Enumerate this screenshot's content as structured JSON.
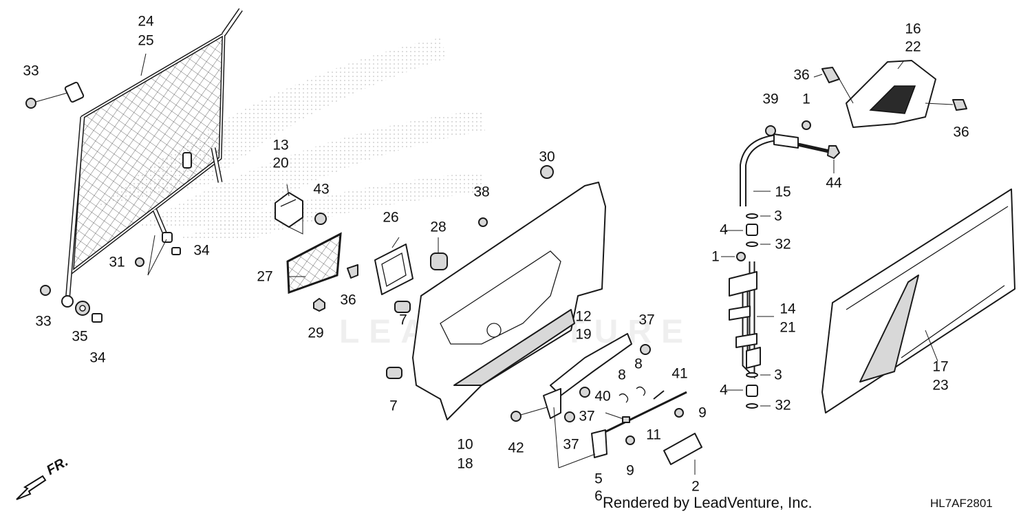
{
  "diagram": {
    "credit": "Rendered by LeadVenture, Inc.",
    "diagram_code": "HL7AF2801",
    "front_label": "FR.",
    "watermark_text": "LEADVENTURE",
    "callouts": [
      {
        "id": "c24",
        "text": "24"
      },
      {
        "id": "c25",
        "text": "25"
      },
      {
        "id": "c33a",
        "text": "33"
      },
      {
        "id": "c33b",
        "text": "33"
      },
      {
        "id": "c31",
        "text": "31"
      },
      {
        "id": "c34a",
        "text": "34"
      },
      {
        "id": "c34b",
        "text": "34"
      },
      {
        "id": "c35",
        "text": "35"
      },
      {
        "id": "c13",
        "text": "13"
      },
      {
        "id": "c20",
        "text": "20"
      },
      {
        "id": "c43",
        "text": "43"
      },
      {
        "id": "c27",
        "text": "27"
      },
      {
        "id": "c36a",
        "text": "36"
      },
      {
        "id": "c29",
        "text": "29"
      },
      {
        "id": "c26",
        "text": "26"
      },
      {
        "id": "c28",
        "text": "28"
      },
      {
        "id": "c38",
        "text": "38"
      },
      {
        "id": "c30",
        "text": "30"
      },
      {
        "id": "c7a",
        "text": "7"
      },
      {
        "id": "c7b",
        "text": "7"
      },
      {
        "id": "c10",
        "text": "10"
      },
      {
        "id": "c18",
        "text": "18"
      },
      {
        "id": "c12",
        "text": "12"
      },
      {
        "id": "c19",
        "text": "19"
      },
      {
        "id": "c37a",
        "text": "37"
      },
      {
        "id": "c37b",
        "text": "37"
      },
      {
        "id": "c37c",
        "text": "37"
      },
      {
        "id": "c8a",
        "text": "8"
      },
      {
        "id": "c8b",
        "text": "8"
      },
      {
        "id": "c40",
        "text": "40"
      },
      {
        "id": "c41",
        "text": "41"
      },
      {
        "id": "c9a",
        "text": "9"
      },
      {
        "id": "c9b",
        "text": "9"
      },
      {
        "id": "c11",
        "text": "11"
      },
      {
        "id": "c42",
        "text": "42"
      },
      {
        "id": "c5",
        "text": "5"
      },
      {
        "id": "c6",
        "text": "6"
      },
      {
        "id": "c2",
        "text": "2"
      },
      {
        "id": "c16",
        "text": "16"
      },
      {
        "id": "c22",
        "text": "22"
      },
      {
        "id": "c36b",
        "text": "36"
      },
      {
        "id": "c36c",
        "text": "36"
      },
      {
        "id": "c39",
        "text": "39"
      },
      {
        "id": "c1a",
        "text": "1"
      },
      {
        "id": "c44",
        "text": "44"
      },
      {
        "id": "c15",
        "text": "15"
      },
      {
        "id": "c3a",
        "text": "3"
      },
      {
        "id": "c4a",
        "text": "4"
      },
      {
        "id": "c32a",
        "text": "32"
      },
      {
        "id": "c1b",
        "text": "1"
      },
      {
        "id": "c14",
        "text": "14"
      },
      {
        "id": "c21",
        "text": "21"
      },
      {
        "id": "c3b",
        "text": "3"
      },
      {
        "id": "c4b",
        "text": "4"
      },
      {
        "id": "c32b",
        "text": "32"
      },
      {
        "id": "c17",
        "text": "17"
      },
      {
        "id": "c23",
        "text": "23"
      }
    ]
  }
}
